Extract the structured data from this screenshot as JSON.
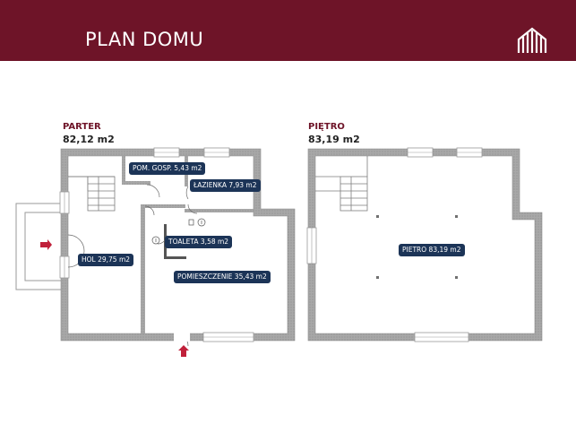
{
  "header": {
    "title": "PLAN DOMU",
    "background": "#6e1428",
    "logo_icon": "house-logo-icon"
  },
  "floors": [
    {
      "label": "PARTER",
      "area": "82,12 m2",
      "rooms": [
        {
          "label": "POM. GOSP. 5,43 m2"
        },
        {
          "label": "ŁAZIENKA  7,93 m2"
        },
        {
          "label": "HOL 29,75 m2"
        },
        {
          "label": "TOALETA 3,58 m2"
        },
        {
          "label": "POMIESZCZENIE 35,43 m2"
        }
      ]
    },
    {
      "label": "PIĘTRO",
      "area": "83,19 m2",
      "rooms": [
        {
          "label": "PIETRO 83,19 m2"
        }
      ]
    }
  ],
  "colors": {
    "wall": "#a3a3a3",
    "tag": "#1c3457",
    "entrance_arrow": "#c0203a",
    "accent": "#6e1428"
  }
}
